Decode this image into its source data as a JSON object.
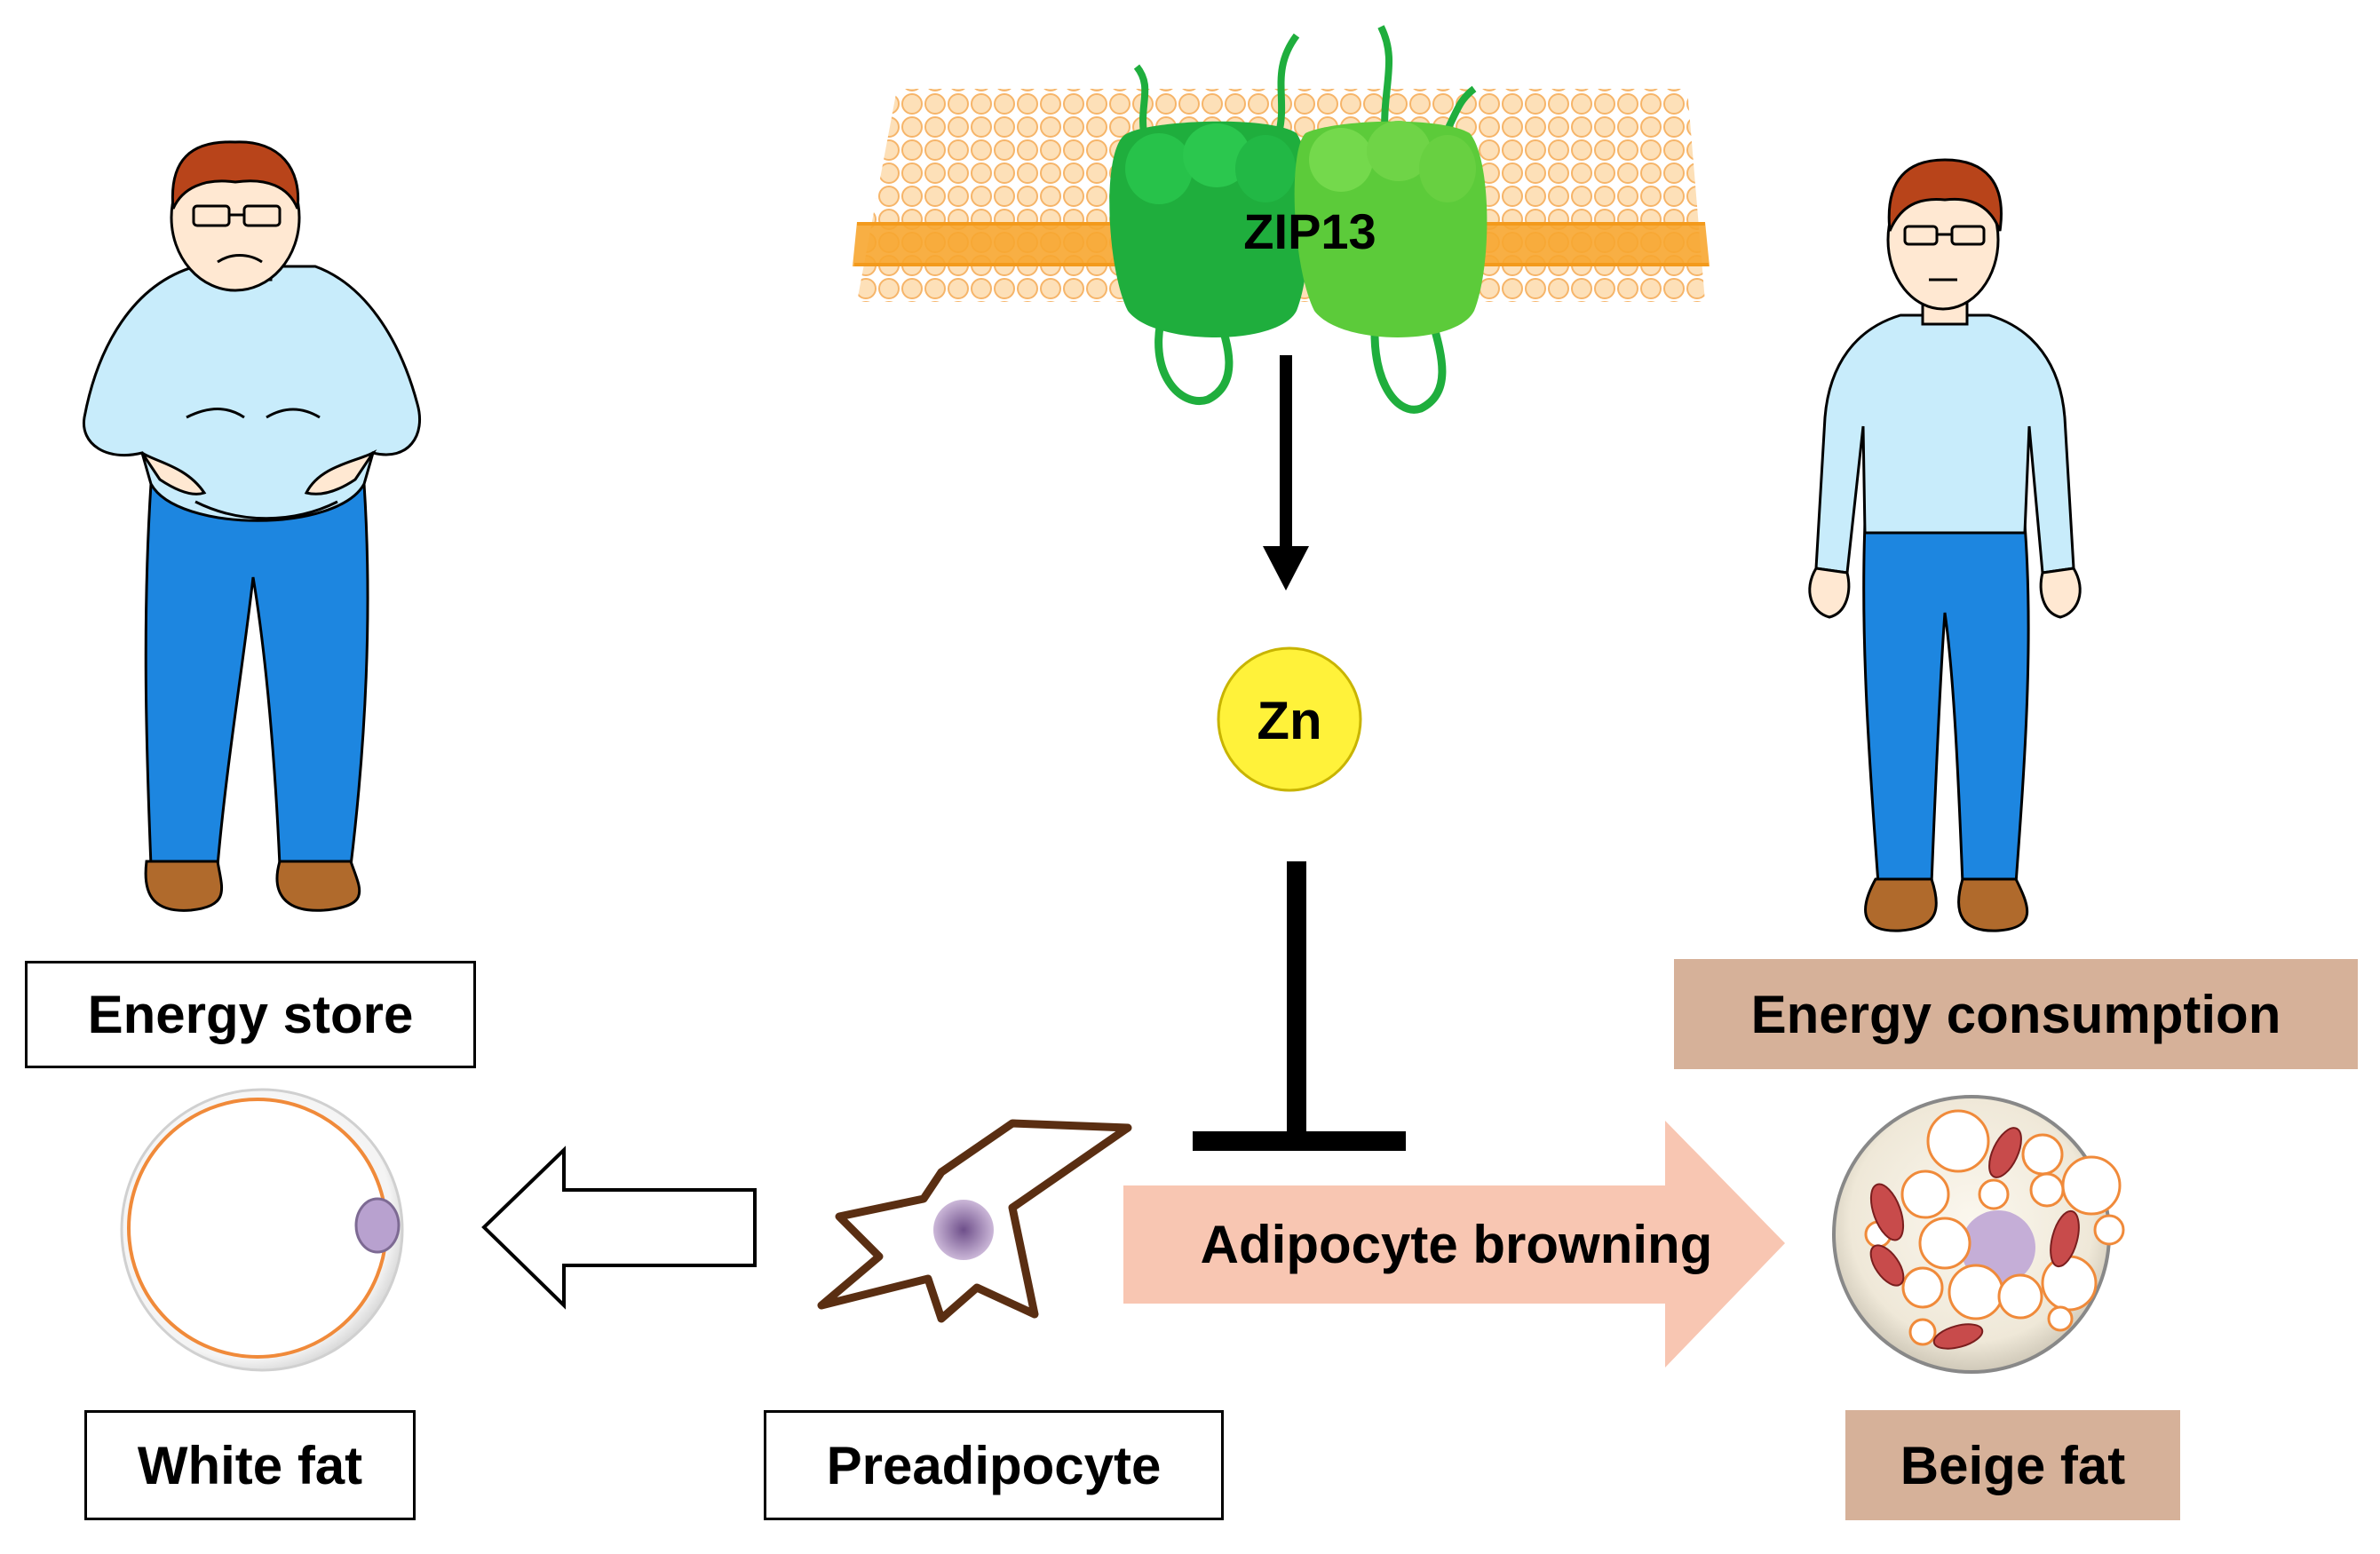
{
  "protein_label": "ZIP13",
  "ion_label": "Zn",
  "process_label": "Adipocyte browning",
  "labels": {
    "energy_store": "Energy store",
    "energy_consumption": "Energy consumption",
    "white_fat": "White fat",
    "preadipocyte": "Preadipocyte",
    "beige_fat": "Beige fat"
  },
  "colors": {
    "membrane": "#f7a630",
    "protein_dark": "#1fae3d",
    "protein_light": "#5ccb3a",
    "zinc": "#fff23a",
    "browning_arrow": "#f8c6b2",
    "label_tan": "#d6b199",
    "shirt": "#c8ecfb",
    "pants": "#1d86e0",
    "hair": "#b8441a",
    "shoes": "#b06a2c",
    "nucleus": "#9b86ad",
    "mitochondria": "#c84b4b",
    "fat_droplet_outline": "#f08a3a"
  }
}
